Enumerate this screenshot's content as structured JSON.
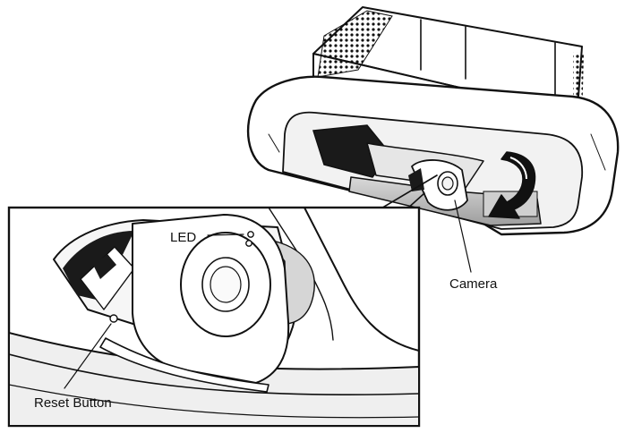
{
  "labels": {
    "led": "LED",
    "camera": "Camera",
    "reset": "Reset Button"
  },
  "colors": {
    "ink": "#111111",
    "shade_dark": "#1a1a1a",
    "shade_mid": "#bdbdbd",
    "shade_light": "#e6e6e6",
    "paper": "#ffffff"
  }
}
